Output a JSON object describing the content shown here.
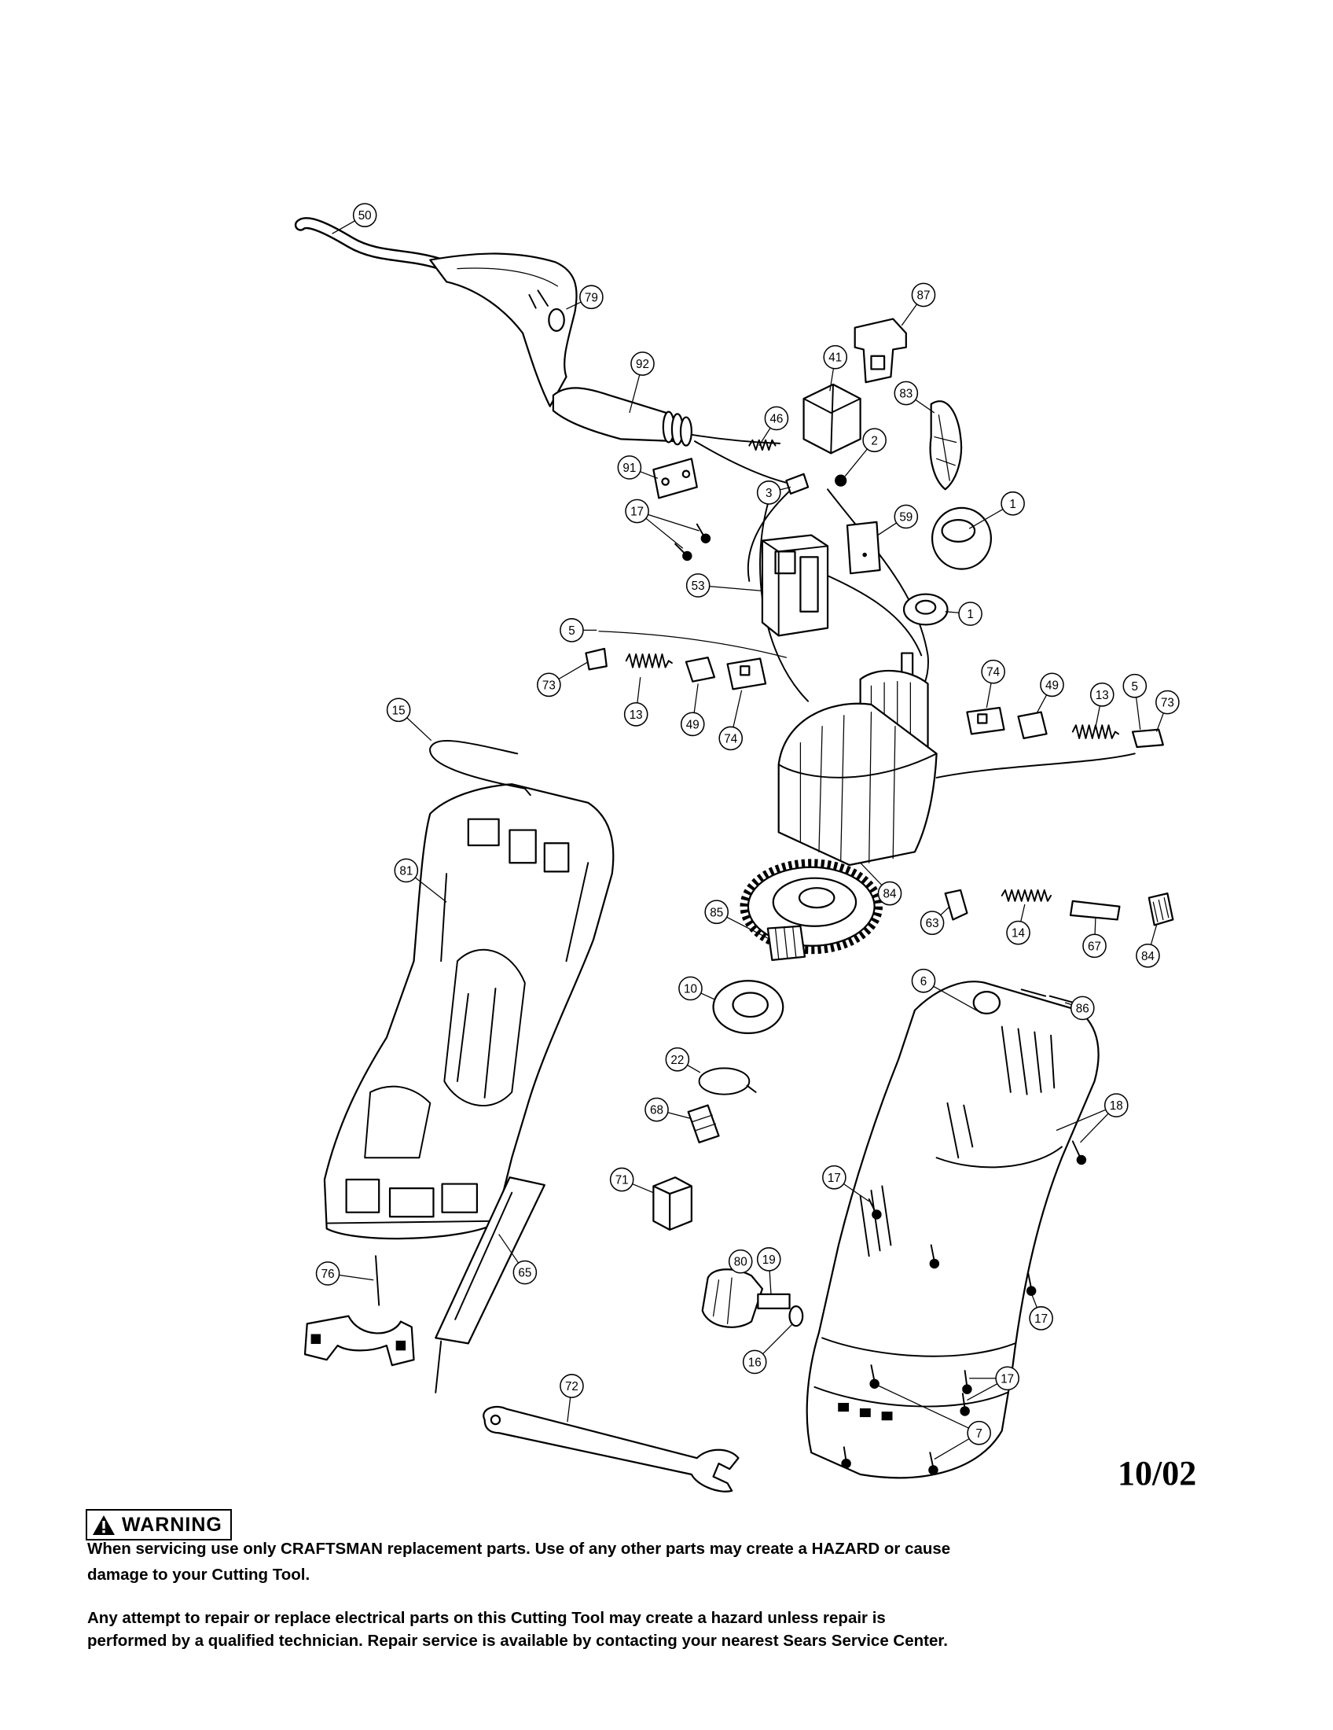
{
  "callouts": [
    "50",
    "79",
    "92",
    "87",
    "41",
    "83",
    "46",
    "2",
    "91",
    "3",
    "17",
    "1",
    "59",
    "53",
    "1",
    "5",
    "73",
    "13",
    "49",
    "74",
    "74",
    "49",
    "13",
    "5",
    "73",
    "15",
    "81",
    "84",
    "63",
    "14",
    "67",
    "84",
    "85",
    "10",
    "6",
    "86",
    "22",
    "68",
    "18",
    "71",
    "17",
    "80",
    "19",
    "65",
    "76",
    "17",
    "16",
    "17",
    "72",
    "7"
  ],
  "date_code": "10/02",
  "warning": {
    "icon": "warning-triangle-icon",
    "title": "WARNING",
    "paragraphs": [
      {
        "lines": [
          "When servicing use only CRAFTSMAN replacement parts. Use of any other parts may create a HAZARD or cause",
          "damage to your Cutting Tool."
        ]
      },
      {
        "lines": [
          "Any attempt to repair or replace electrical parts on this Cutting Tool may create a hazard unless repair is",
          "performed by a qualified technician. Repair service is available by contacting your nearest Sears Service Center."
        ]
      }
    ]
  },
  "colors": {
    "ink": "#000000",
    "paper": "#ffffff"
  }
}
